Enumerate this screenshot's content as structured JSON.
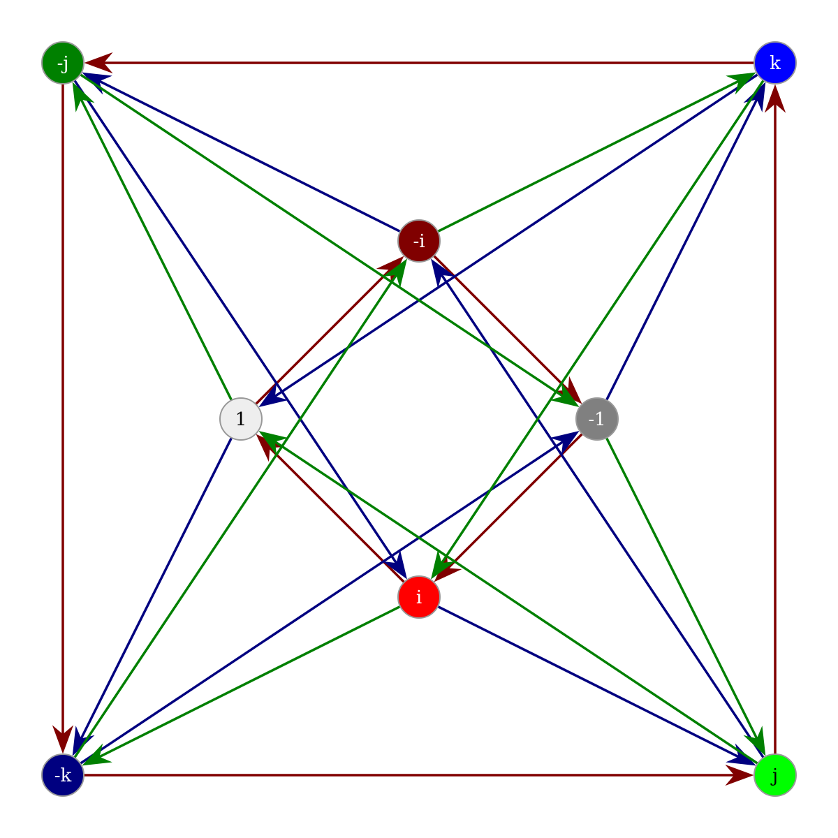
{
  "diagram": {
    "colors": {
      "red_edge": "#800000",
      "blue_edge": "#000080",
      "green_edge": "#008000",
      "node_stroke": "#999999"
    },
    "nodes": [
      {
        "id": "one",
        "label": "1",
        "fill": "#eeeeee",
        "text": "#000000"
      },
      {
        "id": "neg_one",
        "label": "-1",
        "fill": "#808080",
        "text": "#ffffff"
      },
      {
        "id": "i",
        "label": "i",
        "fill": "#ff0000",
        "text": "#ffffff"
      },
      {
        "id": "neg_i",
        "label": "-i",
        "fill": "#800000",
        "text": "#ffffff"
      },
      {
        "id": "j",
        "label": "j",
        "fill": "#00ff00",
        "text": "#000000"
      },
      {
        "id": "neg_j",
        "label": "-j",
        "fill": "#008000",
        "text": "#ffffff"
      },
      {
        "id": "k",
        "label": "k",
        "fill": "#0000ff",
        "text": "#ffffff"
      },
      {
        "id": "neg_k",
        "label": "-k",
        "fill": "#000080",
        "text": "#ffffff"
      }
    ],
    "edges": [
      {
        "from": "one",
        "to": "neg_i",
        "color": "red_edge"
      },
      {
        "from": "neg_i",
        "to": "neg_one",
        "color": "red_edge"
      },
      {
        "from": "neg_one",
        "to": "i",
        "color": "red_edge"
      },
      {
        "from": "i",
        "to": "one",
        "color": "red_edge"
      },
      {
        "from": "k",
        "to": "neg_j",
        "color": "red_edge"
      },
      {
        "from": "neg_j",
        "to": "neg_k",
        "color": "red_edge"
      },
      {
        "from": "neg_k",
        "to": "j",
        "color": "red_edge"
      },
      {
        "from": "j",
        "to": "k",
        "color": "red_edge"
      },
      {
        "from": "neg_i",
        "to": "neg_j",
        "color": "blue_edge"
      },
      {
        "from": "neg_j",
        "to": "i",
        "color": "blue_edge"
      },
      {
        "from": "i",
        "to": "j",
        "color": "blue_edge"
      },
      {
        "from": "j",
        "to": "neg_i",
        "color": "blue_edge"
      },
      {
        "from": "k",
        "to": "one",
        "color": "blue_edge"
      },
      {
        "from": "one",
        "to": "neg_k",
        "color": "blue_edge"
      },
      {
        "from": "neg_k",
        "to": "neg_one",
        "color": "blue_edge"
      },
      {
        "from": "neg_one",
        "to": "k",
        "color": "blue_edge"
      },
      {
        "from": "neg_i",
        "to": "k",
        "color": "green_edge"
      },
      {
        "from": "k",
        "to": "i",
        "color": "green_edge"
      },
      {
        "from": "i",
        "to": "neg_k",
        "color": "green_edge"
      },
      {
        "from": "neg_k",
        "to": "neg_i",
        "color": "green_edge"
      },
      {
        "from": "one",
        "to": "neg_j",
        "color": "green_edge"
      },
      {
        "from": "neg_j",
        "to": "neg_one",
        "color": "green_edge"
      },
      {
        "from": "neg_one",
        "to": "j",
        "color": "green_edge"
      },
      {
        "from": "j",
        "to": "one",
        "color": "green_edge"
      }
    ]
  }
}
